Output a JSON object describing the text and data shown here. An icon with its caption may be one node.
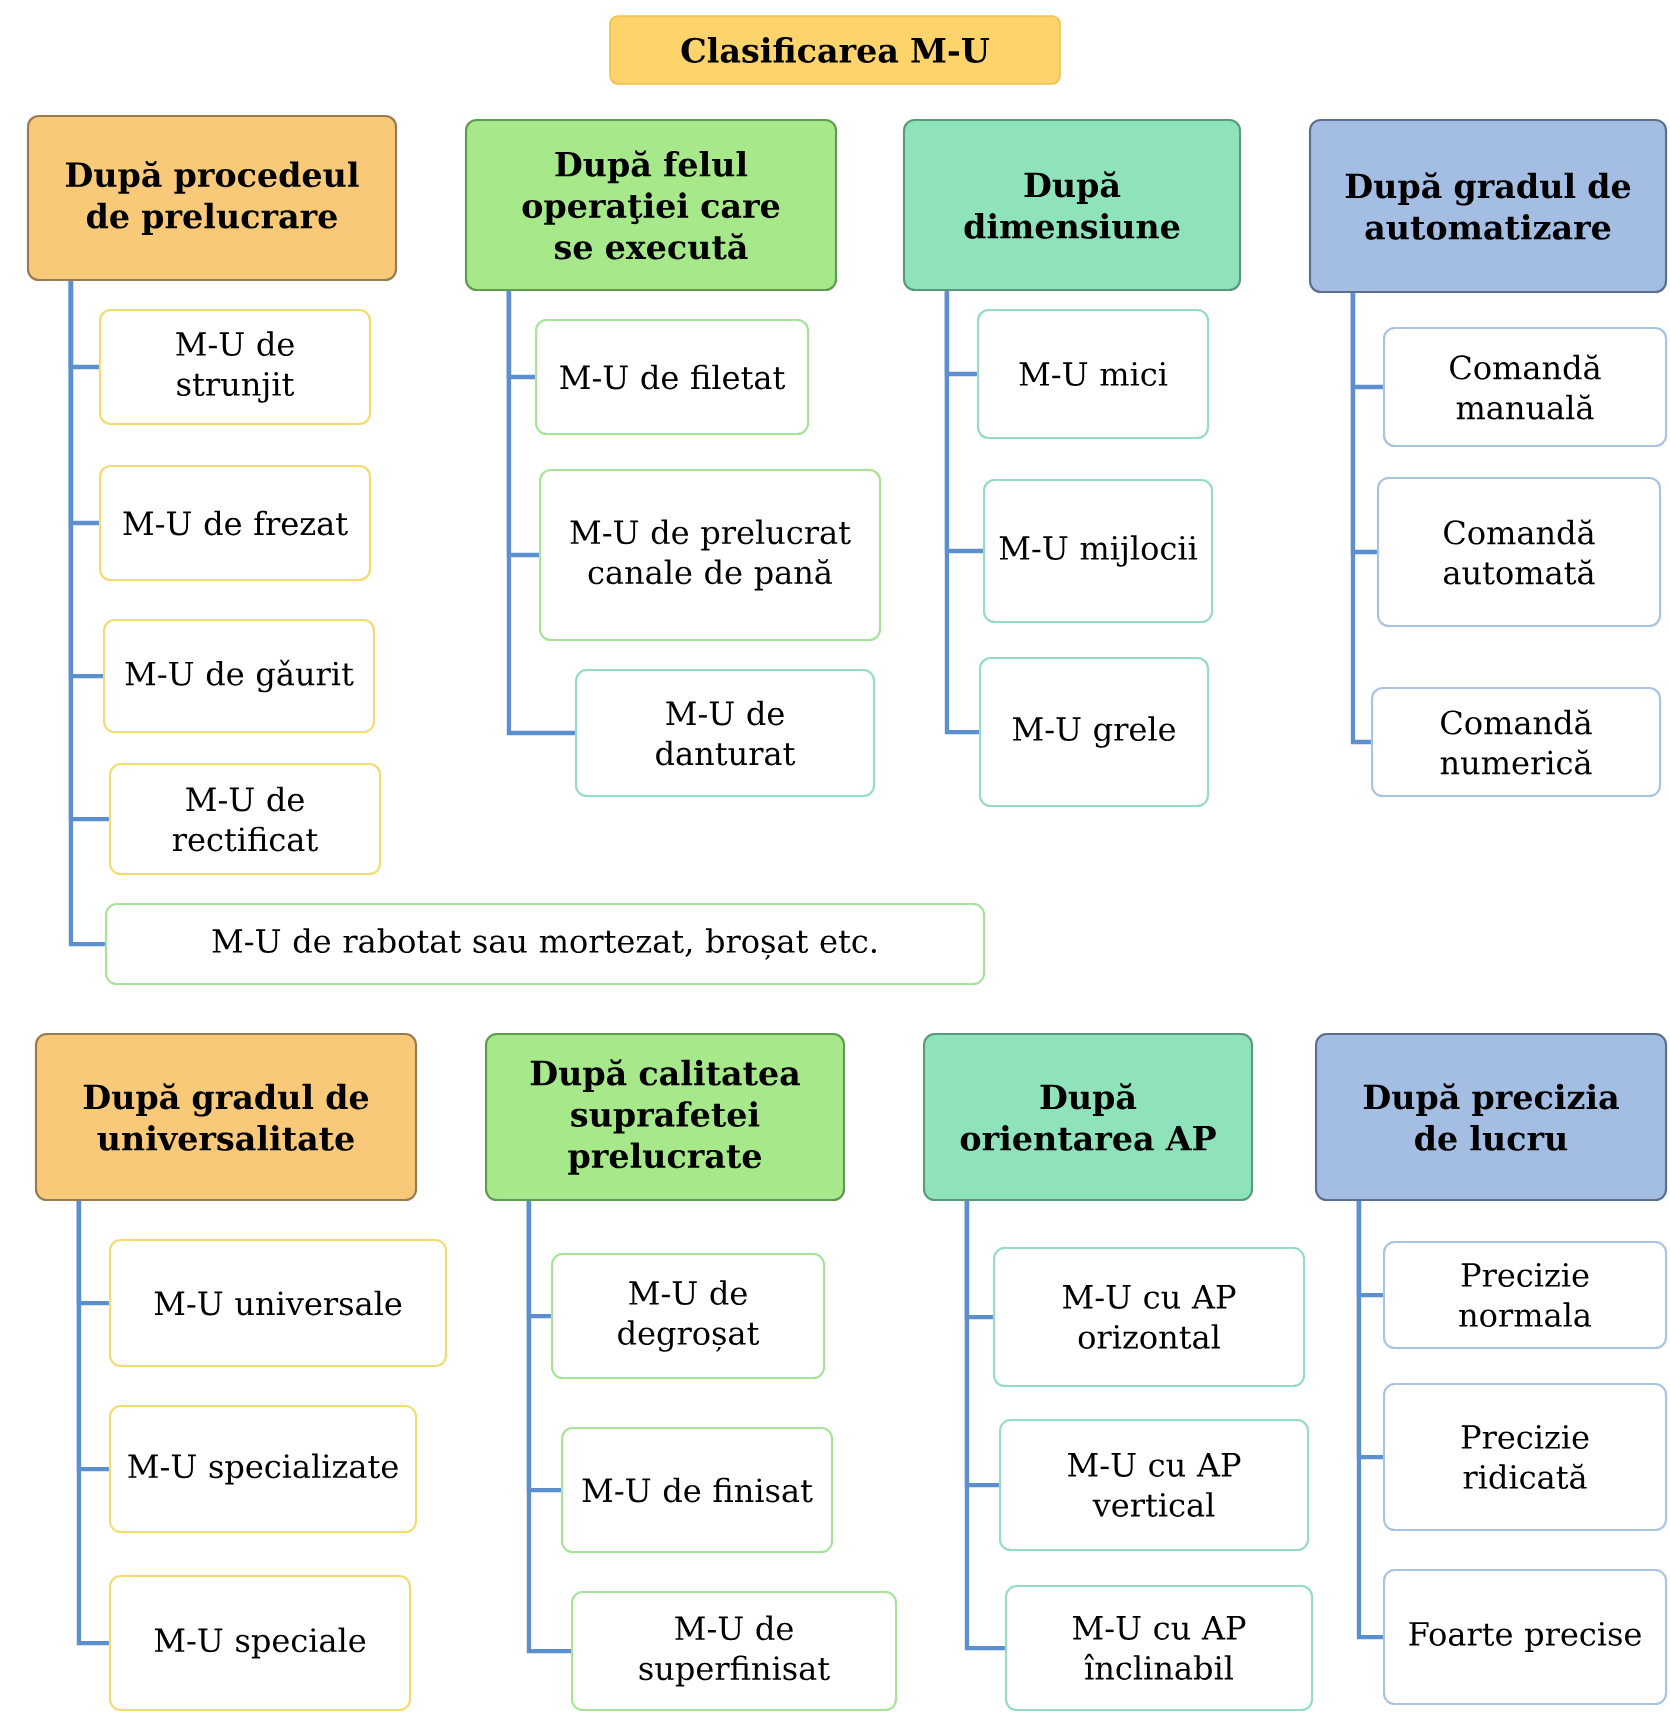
{
  "diagram": {
    "nodes": [
      {
        "text": [
          "Clasificarea M-U"
        ]
      },
      {
        "text": [
          "După procedeul de prelucrare"
        ]
      },
      {
        "text": [
          "M-U de strunjit"
        ]
      },
      {
        "text": [
          "M-U de frezat"
        ]
      },
      {
        "text": [
          "M-U de gǎurit"
        ]
      },
      {
        "text": [
          "M-U de rectificat"
        ]
      },
      {
        "text": [
          "M-U de rabotat sau mortezat, broșat etc."
        ]
      },
      {
        "text": [
          "După felul operaţiei care se execută"
        ]
      },
      {
        "text": [
          "M-U de filetat"
        ]
      },
      {
        "text": [
          "M-U de prelucrat canale de pană"
        ]
      },
      {
        "text": [
          "M-U de danturat"
        ]
      },
      {
        "text": [
          "După dimensiune"
        ]
      },
      {
        "text": [
          "M-U mici"
        ]
      },
      {
        "text": [
          "M-U mijlocii"
        ]
      },
      {
        "text": [
          "M-U grele"
        ]
      },
      {
        "text": [
          "După gradul de automatizare"
        ]
      },
      {
        "text": [
          "Comandă manuală"
        ]
      },
      {
        "text": [
          "Comandă automată"
        ]
      },
      {
        "text": [
          "Comandă numerică"
        ]
      },
      {
        "text": [
          "După gradul de universalitate"
        ]
      },
      {
        "text": [
          "M-U universale"
        ]
      },
      {
        "text": [
          "M-U specializate"
        ]
      },
      {
        "text": [
          "M-U speciale"
        ]
      },
      {
        "text": [
          "După calitatea suprafetei prelucrate"
        ]
      },
      {
        "text": [
          "M-U de degroșat"
        ]
      },
      {
        "text": [
          "M-U de finisat"
        ]
      },
      {
        "text": [
          "M-U de superfinisat"
        ]
      },
      {
        "text": [
          "După orientarea AP"
        ]
      },
      {
        "text": [
          "M-U cu AP orizontal"
        ]
      },
      {
        "text": [
          "M-U cu AP vertical"
        ]
      },
      {
        "text": [
          "M-U cu AP înclinabil"
        ]
      },
      {
        "text": [
          "După precizia de lucru"
        ]
      },
      {
        "text": [
          "Precizie normala"
        ]
      },
      {
        "text": [
          "Precizie ridicată"
        ]
      },
      {
        "text": [
          "Foarte precise"
        ]
      }
    ],
    "edges": [
      {
        "from": 1,
        "to": 2,
        "arrow": "none"
      },
      {
        "from": 1,
        "to": 3,
        "arrow": "none"
      },
      {
        "from": 1,
        "to": 4,
        "arrow": "none"
      },
      {
        "from": 1,
        "to": 5,
        "arrow": "none"
      },
      {
        "from": 1,
        "to": 6,
        "arrow": "none"
      },
      {
        "from": 7,
        "to": 8,
        "arrow": "none"
      },
      {
        "from": 7,
        "to": 9,
        "arrow": "none"
      },
      {
        "from": 7,
        "to": 10,
        "arrow": "none"
      },
      {
        "from": 11,
        "to": 12,
        "arrow": "none"
      },
      {
        "from": 11,
        "to": 13,
        "arrow": "none"
      },
      {
        "from": 11,
        "to": 14,
        "arrow": "none"
      },
      {
        "from": 15,
        "to": 16,
        "arrow": "none"
      },
      {
        "from": 15,
        "to": 17,
        "arrow": "none"
      },
      {
        "from": 15,
        "to": 18,
        "arrow": "none"
      },
      {
        "from": 19,
        "to": 20,
        "arrow": "none"
      },
      {
        "from": 19,
        "to": 21,
        "arrow": "none"
      },
      {
        "from": 19,
        "to": 22,
        "arrow": "none"
      },
      {
        "from": 23,
        "to": 24,
        "arrow": "none"
      },
      {
        "from": 23,
        "to": 25,
        "arrow": "none"
      },
      {
        "from": 23,
        "to": 26,
        "arrow": "none"
      },
      {
        "from": 27,
        "to": 28,
        "arrow": "none"
      },
      {
        "from": 27,
        "to": 29,
        "arrow": "none"
      },
      {
        "from": 27,
        "to": 30,
        "arrow": "none"
      },
      {
        "from": 31,
        "to": 32,
        "arrow": "none"
      },
      {
        "from": 31,
        "to": 33,
        "arrow": "none"
      },
      {
        "from": 31,
        "to": 34,
        "arrow": "none"
      }
    ]
  }
}
